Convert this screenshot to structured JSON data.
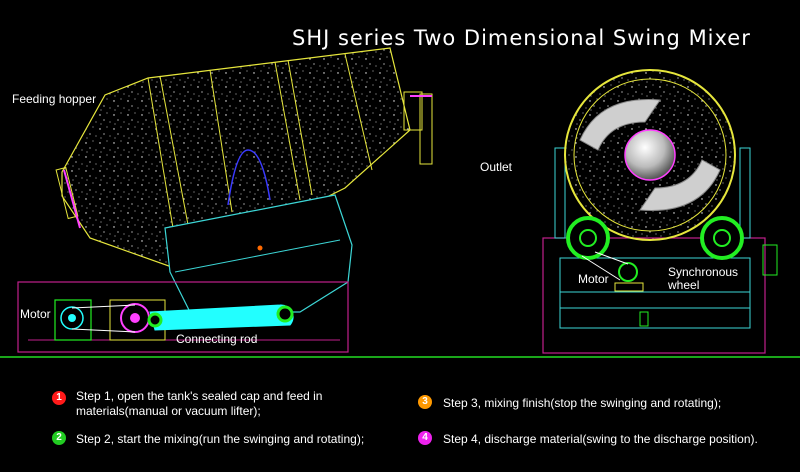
{
  "title": "SHJ series Two Dimensional Swing Mixer",
  "labels": {
    "feeding_hopper": "Feeding hopper",
    "outlet": "Outlet",
    "motor_left": "Motor",
    "connecting_rod": "Connecting rod",
    "motor_right": "Motor",
    "synchronous_wheel": "Synchronous\nwheel"
  },
  "steps": [
    {
      "num": "1",
      "text": "Step 1, open the tank's sealed cap and feed in materials(manual or vacuum lifter);",
      "color": "#ff1a1a"
    },
    {
      "num": "2",
      "text": "Step 2, start the mixing(run the swinging and rotating);",
      "color": "#22cc22"
    },
    {
      "num": "3",
      "text": "Step 3, mixing finish(stop the swinging and rotating);",
      "color": "#ff9900"
    },
    {
      "num": "4",
      "text": "Step 4, discharge material(swing to the discharge position).",
      "color": "#ee22ee"
    }
  ],
  "colors": {
    "tank": "#e6e63c",
    "frame": "#3cd6d6",
    "accent": "#ff40ff",
    "green": "#22ee22",
    "rod": "#22ffff",
    "base": "#c0208c"
  }
}
